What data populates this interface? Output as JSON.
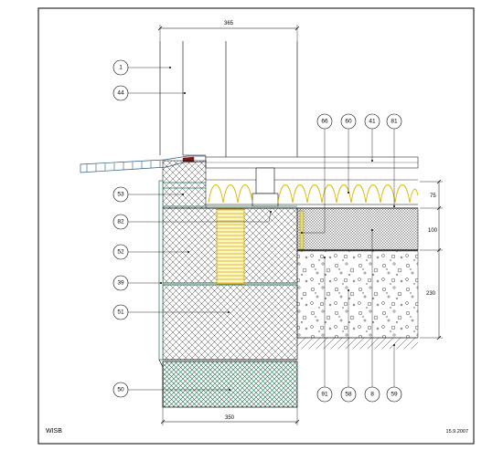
{
  "drawing": {
    "corner_left": "WISB",
    "corner_right": "15.9.2007",
    "dim_top": "365",
    "dim_bottom": "350",
    "dim_right": [
      "75",
      "100",
      "230"
    ],
    "callouts_left": [
      "1",
      "44",
      "53",
      "82",
      "52",
      "39",
      "51",
      "50"
    ],
    "callouts_top": [
      "66",
      "60",
      "41",
      "81"
    ],
    "callouts_bottom": [
      "91",
      "58",
      "8",
      "59"
    ]
  }
}
